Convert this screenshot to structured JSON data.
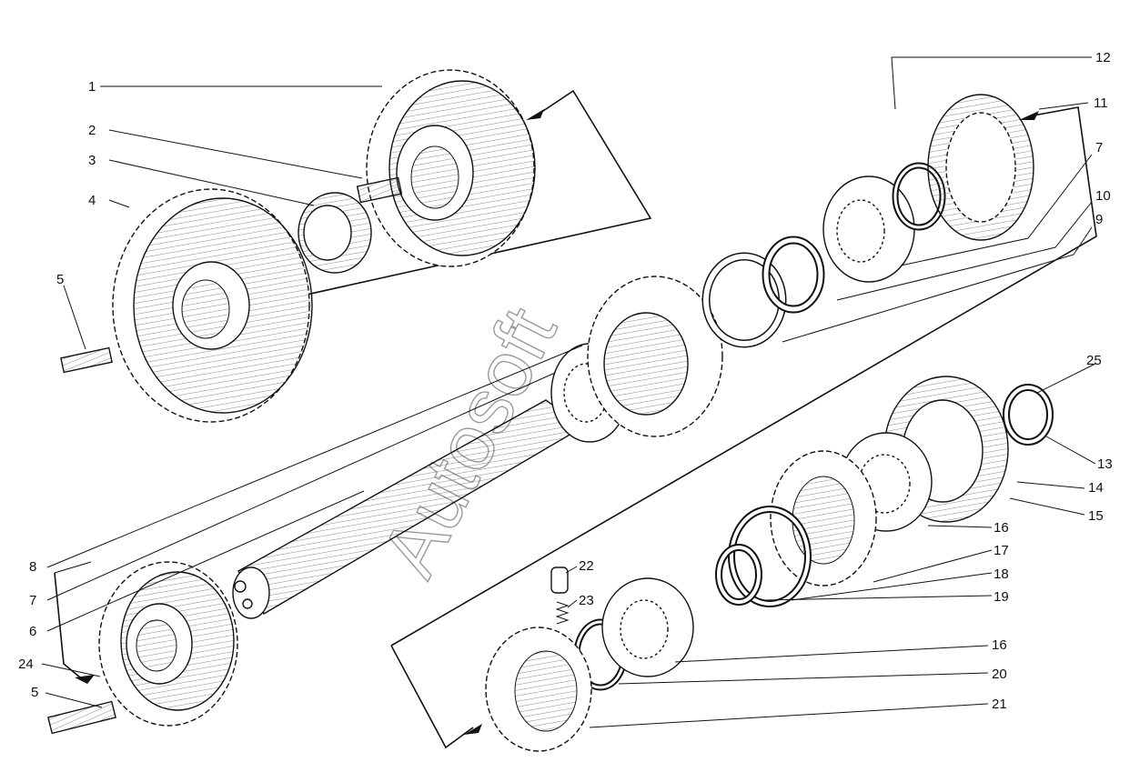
{
  "diagram": {
    "watermark": "Autosoft",
    "callouts": [
      {
        "id": "c1",
        "label": "1"
      },
      {
        "id": "c2",
        "label": "2"
      },
      {
        "id": "c3",
        "label": "3"
      },
      {
        "id": "c4",
        "label": "4"
      },
      {
        "id": "c5a",
        "label": "5"
      },
      {
        "id": "c5b",
        "label": "5"
      },
      {
        "id": "c6",
        "label": "6"
      },
      {
        "id": "c7a",
        "label": "7"
      },
      {
        "id": "c7b",
        "label": "7"
      },
      {
        "id": "c8",
        "label": "8"
      },
      {
        "id": "c9",
        "label": "9"
      },
      {
        "id": "c10",
        "label": "10"
      },
      {
        "id": "c11",
        "label": "11"
      },
      {
        "id": "c12",
        "label": "12"
      },
      {
        "id": "c13",
        "label": "13"
      },
      {
        "id": "c14",
        "label": "14"
      },
      {
        "id": "c15",
        "label": "15"
      },
      {
        "id": "c16a",
        "label": "16"
      },
      {
        "id": "c16b",
        "label": "16"
      },
      {
        "id": "c17",
        "label": "17"
      },
      {
        "id": "c18",
        "label": "18"
      },
      {
        "id": "c19",
        "label": "19"
      },
      {
        "id": "c20",
        "label": "20"
      },
      {
        "id": "c21",
        "label": "21"
      },
      {
        "id": "c22",
        "label": "22"
      },
      {
        "id": "c23",
        "label": "23"
      },
      {
        "id": "c24",
        "label": "24"
      },
      {
        "id": "c25",
        "label": "25"
      }
    ]
  }
}
